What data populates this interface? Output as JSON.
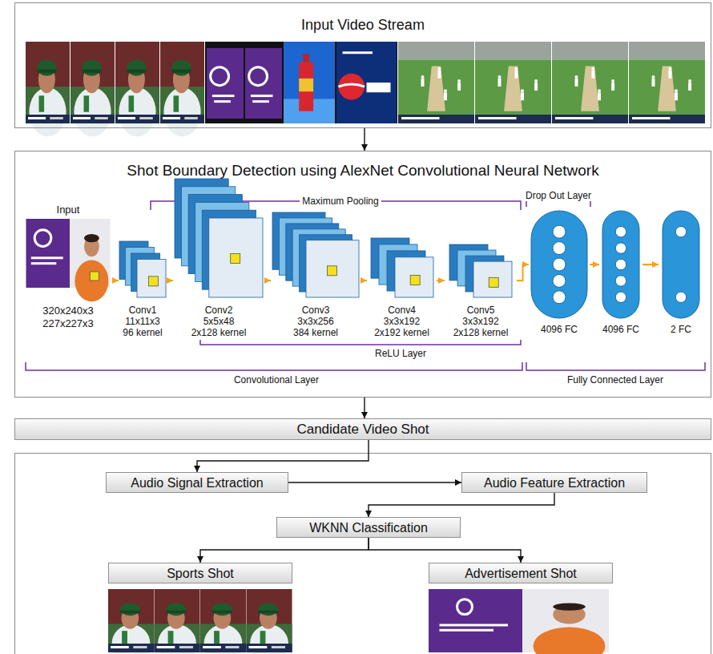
{
  "diagram": {
    "nodes": [
      {
        "text": [
          "Input Video Stream"
        ]
      },
      {
        "text": [
          "Shot Boundary Detection using AlexNet Convolutional Neural Network"
        ]
      },
      {
        "text": [
          "Input",
          "320x240x3",
          "227x227x3"
        ],
        "in": 1
      },
      {
        "text": [
          "Conv1",
          "11x11x3",
          "96 kernel"
        ],
        "in": 1
      },
      {
        "text": [
          "Conv2",
          "5x5x48",
          "2x128 kernel"
        ],
        "in": 1
      },
      {
        "text": [
          "Conv3",
          "3x3x256",
          "384 kernel"
        ],
        "in": 1
      },
      {
        "text": [
          "Conv4",
          "3x3x192",
          "2x192 kernel"
        ],
        "in": 1
      },
      {
        "text": [
          "Conv5",
          "3x3x192",
          "2x128 kernel"
        ],
        "in": 1
      },
      {
        "text": [
          "4096 FC"
        ],
        "in": 1
      },
      {
        "text": [
          "4096 FC"
        ],
        "in": 1
      },
      {
        "text": [
          "2 FC"
        ],
        "in": 1
      },
      {
        "text": [
          "Candidate Video Shot"
        ]
      },
      {
        "text": [
          "Audio Signal Extraction"
        ]
      },
      {
        "text": [
          "Audio Feature Extraction"
        ]
      },
      {
        "text": [
          "WKNN Classification"
        ]
      },
      {
        "text": [
          "Sports Shot"
        ]
      },
      {
        "text": [
          "Advertisement Shot"
        ]
      }
    ],
    "edges": [
      {
        "from": 0,
        "to": 1,
        "arrow": "to"
      },
      {
        "from": 1,
        "to": 11,
        "arrow": "to"
      },
      {
        "from": 2,
        "to": 3,
        "arrow": "to"
      },
      {
        "from": 3,
        "to": 4,
        "arrow": "to"
      },
      {
        "from": 4,
        "to": 5,
        "arrow": "to"
      },
      {
        "from": 5,
        "to": 6,
        "arrow": "to"
      },
      {
        "from": 6,
        "to": 7,
        "arrow": "to"
      },
      {
        "from": 7,
        "to": 8,
        "arrow": "to"
      },
      {
        "from": 8,
        "to": 9,
        "arrow": "to"
      },
      {
        "from": 9,
        "to": 10,
        "arrow": "to"
      },
      {
        "from": 11,
        "to": 12,
        "arrow": "to"
      },
      {
        "from": 12,
        "to": 13,
        "arrow": "to"
      },
      {
        "from": 13,
        "to": 14,
        "arrow": "to"
      },
      {
        "from": 14,
        "to": 15,
        "arrow": "to"
      },
      {
        "from": 14,
        "to": 16,
        "arrow": "to"
      }
    ],
    "labels": [
      "Maximum Pooling",
      "Drop Out Layer",
      "ReLU Layer",
      "Convolutional Layer",
      "Fully Connected Layer"
    ]
  }
}
